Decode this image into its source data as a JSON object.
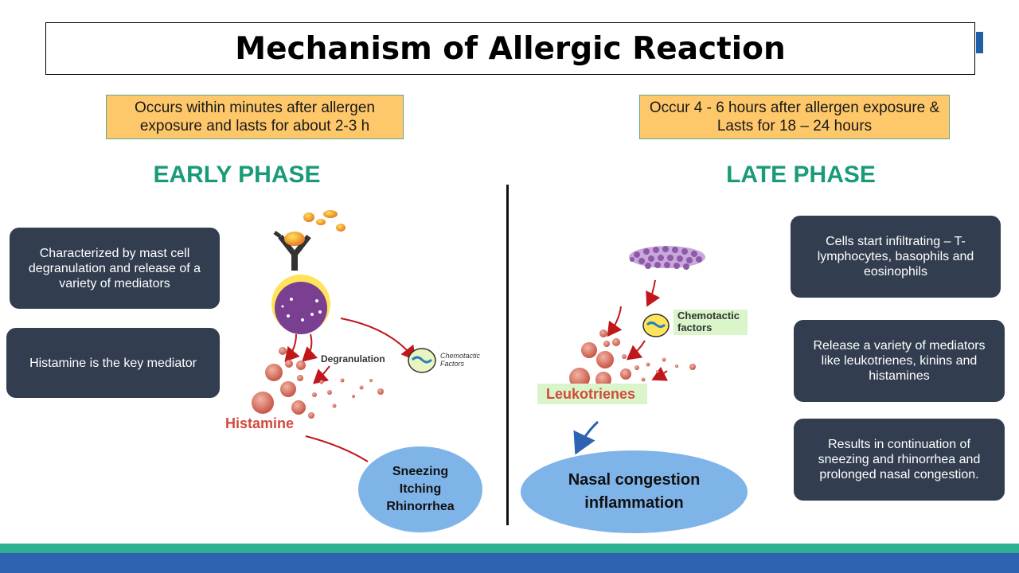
{
  "title": "Mechanism of  Allergic Reaction",
  "early": {
    "note": "Occurs within minutes after allergen exposure and lasts for about 2-3 h",
    "heading": "EARLY PHASE",
    "cards": [
      "Characterized by mast cell degranulation and release  of a variety of mediators",
      "Histamine is the key mediator"
    ],
    "figure": {
      "degranulation": "Degranulation",
      "histamine": "Histamine",
      "chemotactic_line1": "Chemotactic",
      "chemotactic_line2": "Factors"
    },
    "symptoms": [
      "Sneezing",
      "Itching",
      "Rhinorrhea"
    ]
  },
  "late": {
    "note": "Occur 4 - 6 hours after allergen exposure & Lasts for 18 – 24 hours",
    "heading": "LATE PHASE",
    "cards": [
      "Cells start infiltrating – T-lymphocytes, basophils and eosinophils",
      "Release  a variety of mediators like leukotrienes, kinins and histamines",
      "Results in continuation of sneezing and rhinorrhea and prolonged nasal congestion."
    ],
    "figure": {
      "chemotactic_line1": "Chemotactic",
      "chemotactic_line2": "factors",
      "leukotrienes": "Leukotrienes"
    },
    "symptoms": [
      "Nasal congestion",
      "inflammation"
    ]
  },
  "colors": {
    "note_fill": "#fdc76a",
    "phase_heading": "#1a9a78",
    "card_fill": "#323e4f",
    "ellipse_fill": "#7fb4e9",
    "band_green": "#2eb191",
    "band_blue": "#2d63b0",
    "arrow_red": "#c0171d",
    "granule": "#e07060",
    "cell_purple": "#7a3f91"
  }
}
